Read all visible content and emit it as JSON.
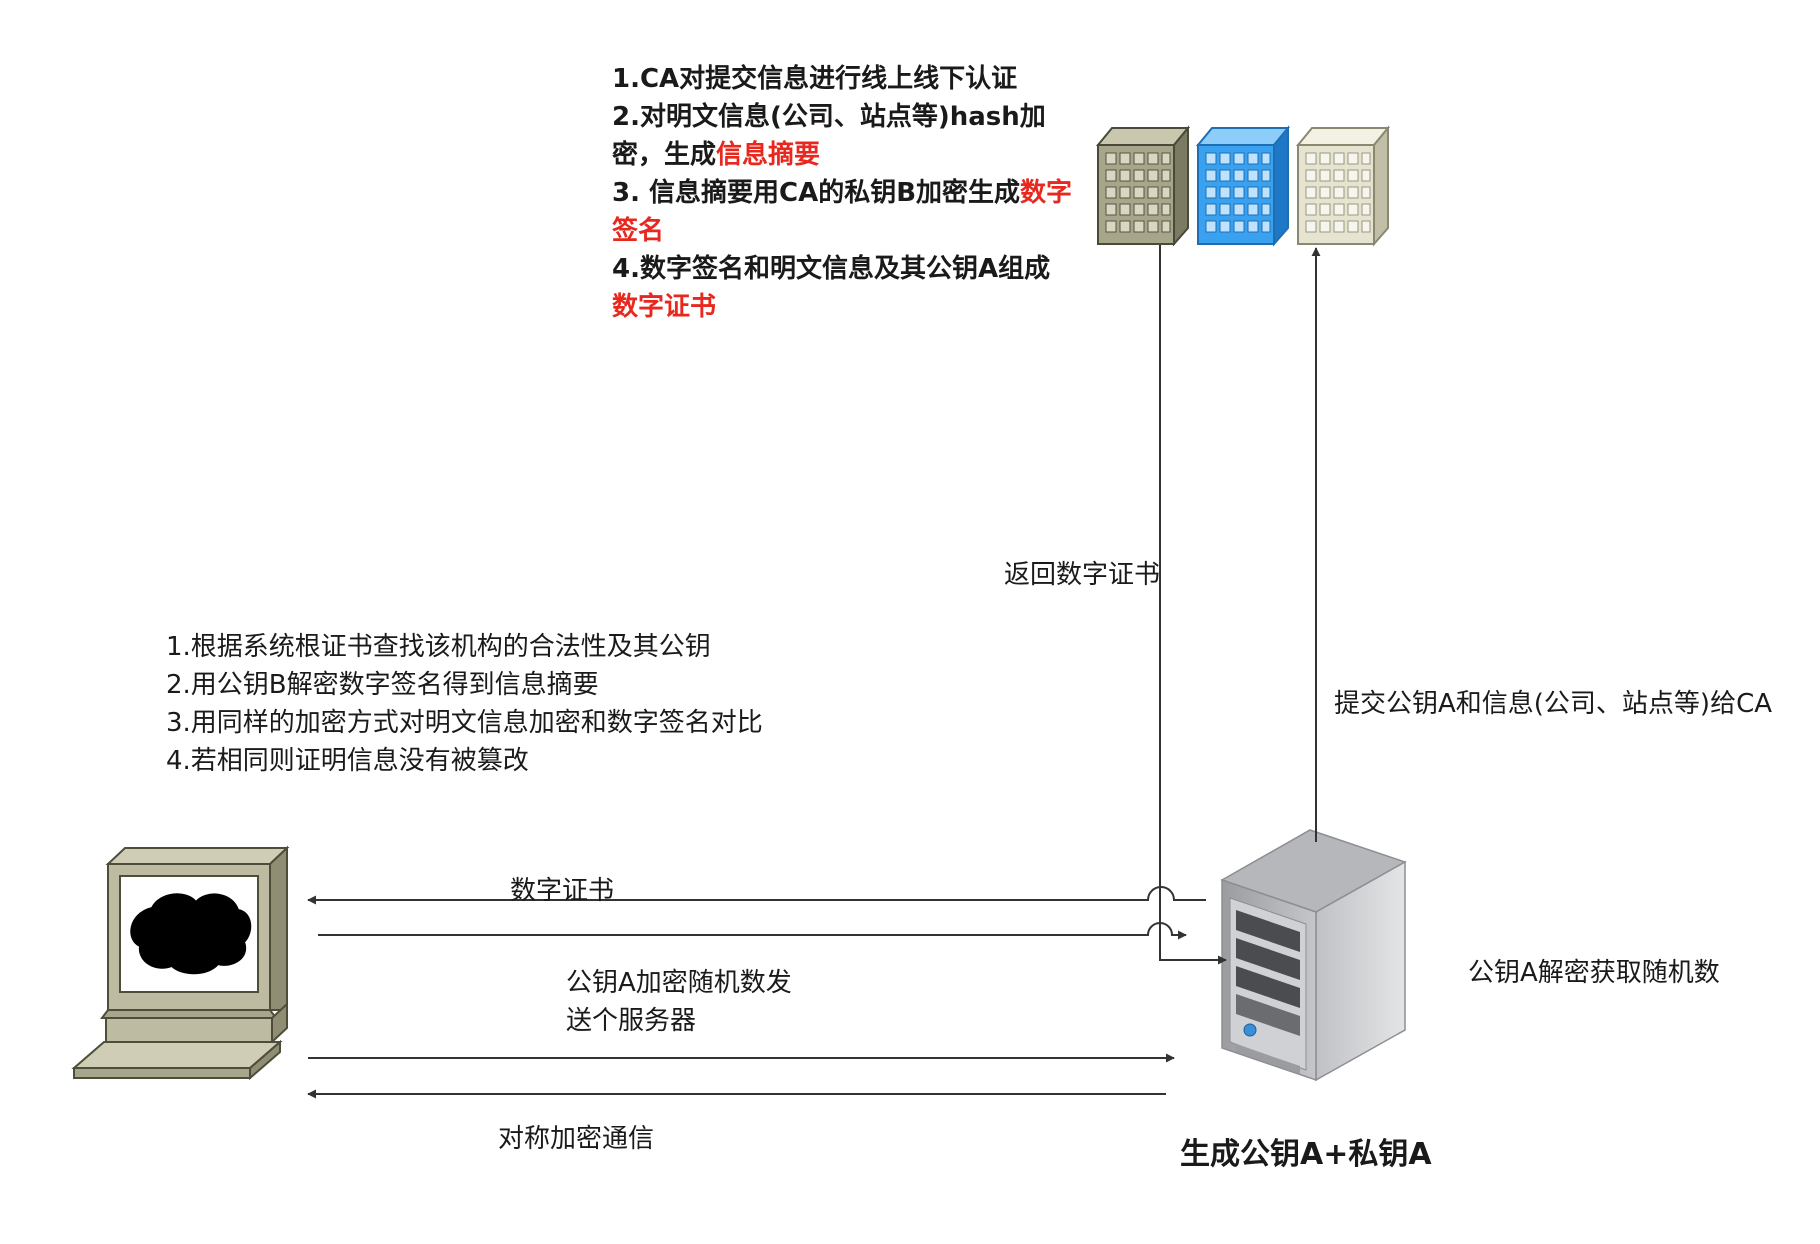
{
  "ca_steps": {
    "line1": "1.CA对提交信息进行线上线下认证",
    "line2": "2.对明文信息(公司、站点等)hash加",
    "line3a": "密，生成",
    "line3b": "信息摘要",
    "line4a": "3. 信息摘要用CA的私钥B加密生成",
    "line4b": "数字",
    "line5": "签名",
    "line6": "4.数字签名和明文信息及其公钥A组成",
    "line7": "数字证书"
  },
  "client_steps": {
    "line1": "1.根据系统根证书查找该机构的合法性及其公钥",
    "line2": "2.用公钥B解密数字签名得到信息摘要",
    "line3": "3.用同样的加密方式对明文信息加密和数字签名对比",
    "line4": "4.若相同则证明信息没有被篡改"
  },
  "labels": {
    "return_cert": "返回数字证书",
    "submit": "提交公钥A和信息(公司、站点等)给CA",
    "cert": "数字证书",
    "encrypt_line1": "公钥A加密随机数发",
    "encrypt_line2": "送个服务器",
    "decrypt": "公钥A解密获取随机数",
    "symmetric": "对称加密通信",
    "generate": "生成公钥A+私钥A"
  },
  "colors": {
    "highlight": "#e8281e",
    "line": "#333333",
    "building_olive": "#a8a68a",
    "building_blue": "#3aa0f0",
    "building_beige": "#e6e3d0"
  },
  "icons": [
    "ca-building-olive-icon",
    "ca-building-blue-icon",
    "ca-building-beige-icon",
    "client-computer-icon",
    "server-icon"
  ]
}
